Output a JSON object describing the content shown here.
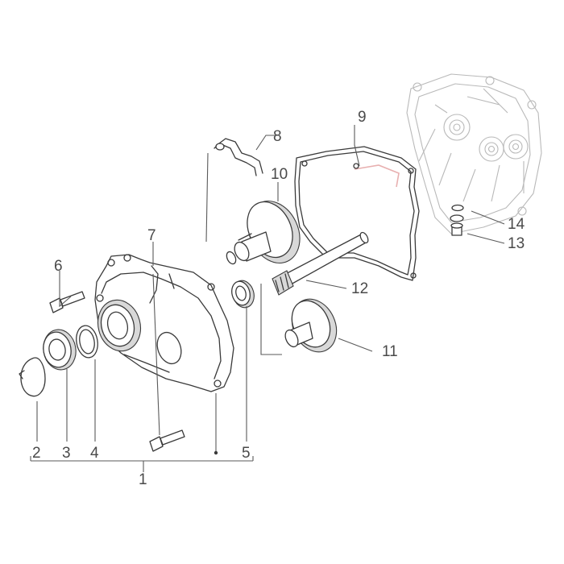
{
  "callouts": {
    "c1": "1",
    "c2": "2",
    "c3": "3",
    "c4": "4",
    "c5": "5",
    "c6": "6",
    "c7": "7",
    "c8": "8",
    "c9": "9",
    "c10": "10",
    "c11": "11",
    "c12": "12",
    "c13": "13",
    "c14": "14"
  },
  "colors": {
    "ink": "#3a3a3a",
    "ghost": "#b9b9b9",
    "gasket_accent": "#e8b0b0",
    "label": "#4a4a4a"
  }
}
